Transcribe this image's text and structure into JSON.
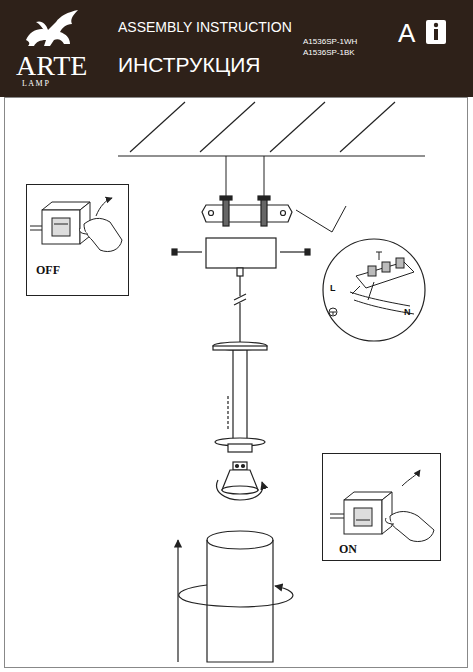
{
  "diagram": {
    "nodes": [
      {
        "text": [
          "ARTE",
          "L A M P",
          "ASSEMBLY INSTRUCTION",
          "ИНСТРУКЦИЯ",
          "A1536SP-1WH",
          "A1536SP-1BK",
          "A"
        ]
      },
      {
        "text": [
          "OFF"
        ]
      },
      {
        "text": [
          "L",
          "N"
        ]
      },
      {
        "text": [
          "ON"
        ]
      }
    ]
  }
}
